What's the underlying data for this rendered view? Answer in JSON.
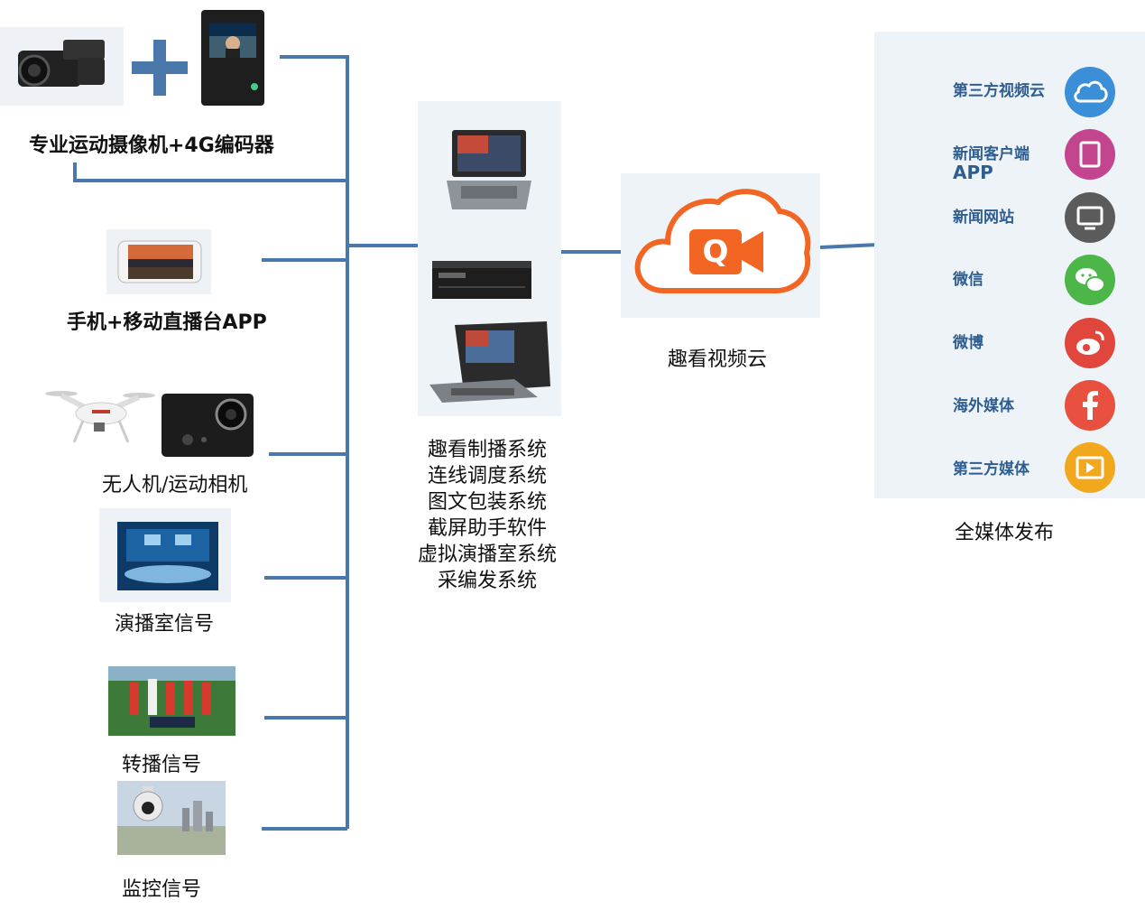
{
  "sources": [
    {
      "label": "专业运动摄像机+4G编码器",
      "icon": "camcorder-plus-encoder"
    },
    {
      "label": "手机+移动直播台APP",
      "icon": "smartphone"
    },
    {
      "label": "无人机/运动相机",
      "icon": "drone-action-camera"
    },
    {
      "label": "演播室信号",
      "icon": "studio"
    },
    {
      "label": "转播信号",
      "icon": "broadcast-soccer"
    },
    {
      "label": "监控信号",
      "icon": "surveillance-camera"
    }
  ],
  "production": {
    "systems": [
      "趣看制播系统",
      "连线调度系统",
      "图文包装系统",
      "截屏助手软件",
      "虚拟演播室系统",
      "采编发系统"
    ],
    "icons": [
      "laptop",
      "rack-server",
      "portable-switcher"
    ]
  },
  "cloud": {
    "label": "趣看视频云",
    "logo_letter": "Q",
    "color": "#f26522"
  },
  "distribution": {
    "label": "全媒体发布",
    "outputs": [
      {
        "label": "第三方视频云",
        "icon": "cloud-icon",
        "color": "#3a8fd8"
      },
      {
        "label": "新闻客户端",
        "label2": "APP",
        "icon": "app-icon",
        "color": "#c2458e"
      },
      {
        "label": "新闻网站",
        "icon": "monitor-icon",
        "color": "#5b5b5b"
      },
      {
        "label": "微信",
        "icon": "wechat-icon",
        "color": "#4cb748"
      },
      {
        "label": "微博",
        "icon": "weibo-icon",
        "color": "#e0463c"
      },
      {
        "label": "海外媒体",
        "icon": "facebook-icon",
        "color": "#e8513f"
      },
      {
        "label": "第三方媒体",
        "icon": "video-play-icon",
        "color": "#f2a81d"
      }
    ]
  },
  "colors": {
    "connector": "#4a78aa",
    "panel": "#eef3f8"
  }
}
